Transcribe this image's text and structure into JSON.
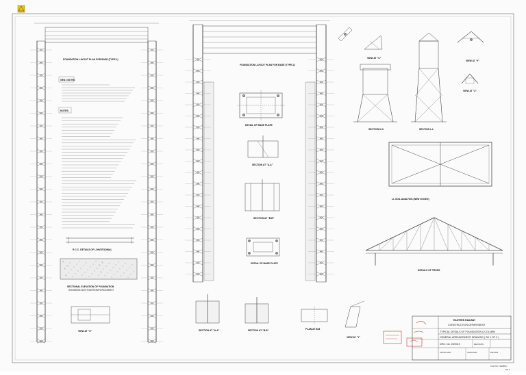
{
  "layout_titles": {
    "left": "FOUNDATION LAYOUT PLAN FOR BASE (TYPE-1)",
    "center": "FOUNDATION LAYOUT PLAN FOR BASE (TYPE-2)"
  },
  "notes": {
    "heading": "GEN. NOTES:",
    "heading2": "NOTES:",
    "rcc_caption": "R.C.C. DETAILS OF LONGITUDINAL",
    "footing_caption_1": "SECTIONAL ELEVATION OF FOUNDATION",
    "footing_caption_2": "SHOWING BOTTOM REINFORCEMENT"
  },
  "views": {
    "base_plate_plan": "DETAIL OF BASE PLATE",
    "section_a": "SECTION AT \"A-A\"",
    "section_b": "SECTION AT \"B-B\"",
    "detail_base_plate": "DETAIL OF BASE PLATE",
    "view_x": "VIEW AT \"X\"",
    "view_c": "VIEW AT \"C\"",
    "view_y": "VIEW AT \"Y\"",
    "view_z": "VIEW AT \"Z\"",
    "section_kk": "SECTION K-K",
    "section_ll": "SECTION L-L",
    "bracing": "LL SOIL ANALYSIS (NEW 45 DEG)",
    "truss": "DETAILS OF TRUSS",
    "section_aa_bottom": "SECTION AT \"A-A\"",
    "section_bb_bottom": "SECTION AT \"B-B\"",
    "plan_bb": "PLAN AT B-B",
    "view_ry": "VIEW AT \"Y\""
  },
  "title_block": {
    "org": "EASTERN RAILWAY",
    "dept": "CONSTRUCTION DEPARTMENT",
    "drawing_title": "TYPICAL DETAILS OF FOUNDATION & COLUMN",
    "sheet_title": "GENERAL ARRANGEMENT DRAWING ( SH 1 OF 3 )",
    "drawing_no": "DRG. No. 09/2019",
    "revision_label": "REVISION",
    "approved": "APPROVED",
    "checked": "CHECKED",
    "drawn": "DRAWN",
    "footer": "FILE NO. SE/BDC",
    "page": "SH 1"
  },
  "colors": {
    "ink": "#333333",
    "red_stamp": "#c0392b",
    "paper": "#fbfbfb"
  }
}
